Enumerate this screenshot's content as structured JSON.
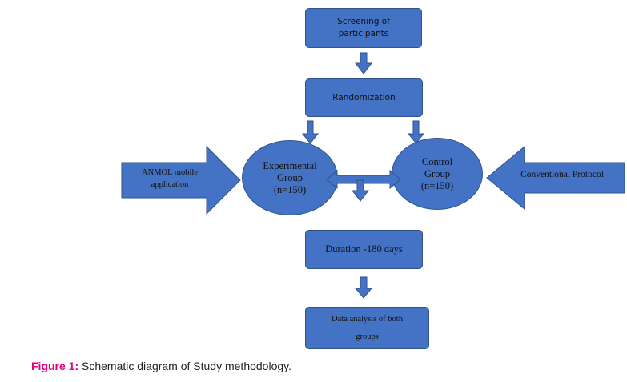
{
  "diagram": {
    "box_screening": "Screening of participants",
    "box_randomization": "Randomization",
    "experimental_group": {
      "line1": "Experimental",
      "line2": "Group",
      "line3": "(n=150)"
    },
    "control_group": {
      "line1": "Control",
      "line2": "Group",
      "line3": "(n=150)"
    },
    "arrow_left_label": {
      "line1": "ANMOL mobile",
      "line2": "application"
    },
    "arrow_right_label": "Conventional Protocol",
    "box_duration": "Duration -180 days",
    "box_analysis": {
      "line1": "Data analysis of both",
      "line2": "groups"
    }
  },
  "caption": {
    "label": "Figure 1:",
    "text": "Schematic diagram of Study methodology."
  },
  "colors": {
    "shape_fill": "#4472C4",
    "shape_stroke": "#2F528F",
    "caption_label": "#E6007E"
  }
}
